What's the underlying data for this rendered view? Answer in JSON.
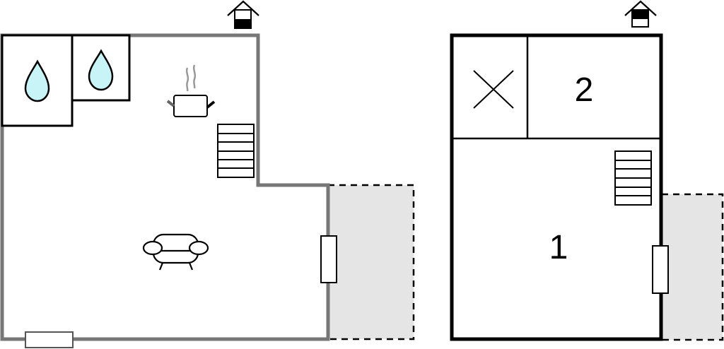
{
  "diagram": {
    "type": "floor-plan",
    "colors": {
      "ground_wall": "#777777",
      "upper_wall": "#000000",
      "terrace_fill": "#e5e5e5",
      "water_drop_fill": "#c8f4f8",
      "line": "#000000"
    },
    "ground_floor": {
      "entrance_icon": "house-entrance-ground-icon",
      "rooms": [
        {
          "name": "bathroom-1",
          "icon": "water-drop-icon"
        },
        {
          "name": "bathroom-2",
          "icon": "water-drop-icon"
        },
        {
          "name": "kitchen",
          "icon": "cooking-pot-icon"
        },
        {
          "name": "living-room",
          "icon": "sofa-icon"
        },
        {
          "name": "staircase",
          "icon": "stairs-icon"
        },
        {
          "name": "terrace",
          "icon": "dashed-area"
        }
      ]
    },
    "upper_floor": {
      "entrance_icon": "house-entrance-upper-icon",
      "rooms": [
        {
          "name": "storage",
          "icon": "cross-icon"
        },
        {
          "name": "bedroom-2",
          "label": "2"
        },
        {
          "name": "bedroom-1",
          "label": "1"
        },
        {
          "name": "staircase",
          "icon": "stairs-icon"
        },
        {
          "name": "balcony",
          "icon": "dashed-area"
        }
      ]
    }
  }
}
